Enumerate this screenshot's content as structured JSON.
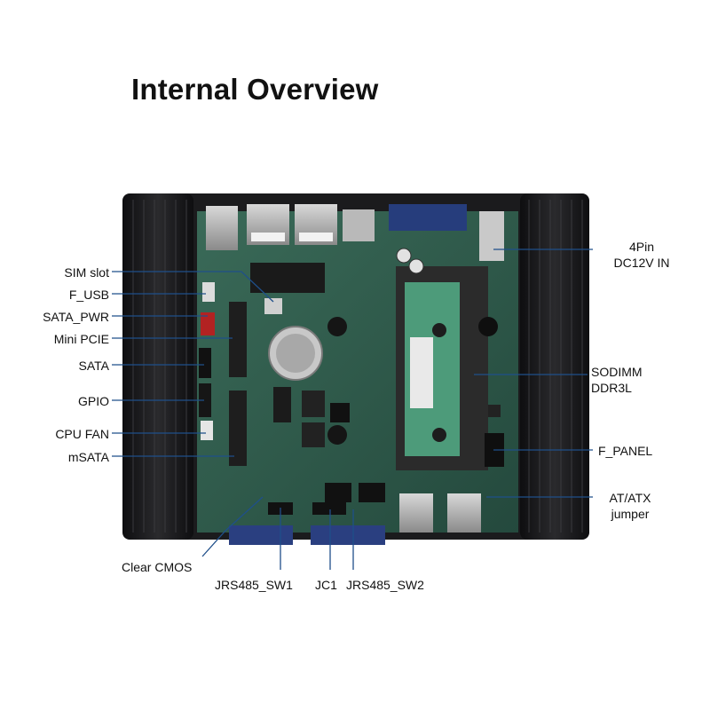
{
  "title": "Internal Overview",
  "labels": {
    "sim_slot": "SIM slot",
    "f_usb": "F_USB",
    "sata_pwr": "SATA_PWR",
    "mini_pcie": "Mini PCIE",
    "sata": "SATA",
    "gpio": "GPIO",
    "cpu_fan": "CPU FAN",
    "msata": "mSATA",
    "dc_in_line1": "4Pin",
    "dc_in_line2": "DC12V IN",
    "sodimm_line1": "SODIMM",
    "sodimm_line2": "DDR3L",
    "f_panel": "F_PANEL",
    "at_atx_line1": "AT/ATX",
    "at_atx_line2": "jumper",
    "clear_cmos": "Clear CMOS",
    "jrs485_sw1": "JRS485_SW1",
    "jc1": "JC1",
    "jrs485_sw2": "JRS485_SW2"
  },
  "colors": {
    "chassis": "#1b1b1d",
    "pcb": "#2f5a4c",
    "leader_line": "#1f4f8a"
  }
}
